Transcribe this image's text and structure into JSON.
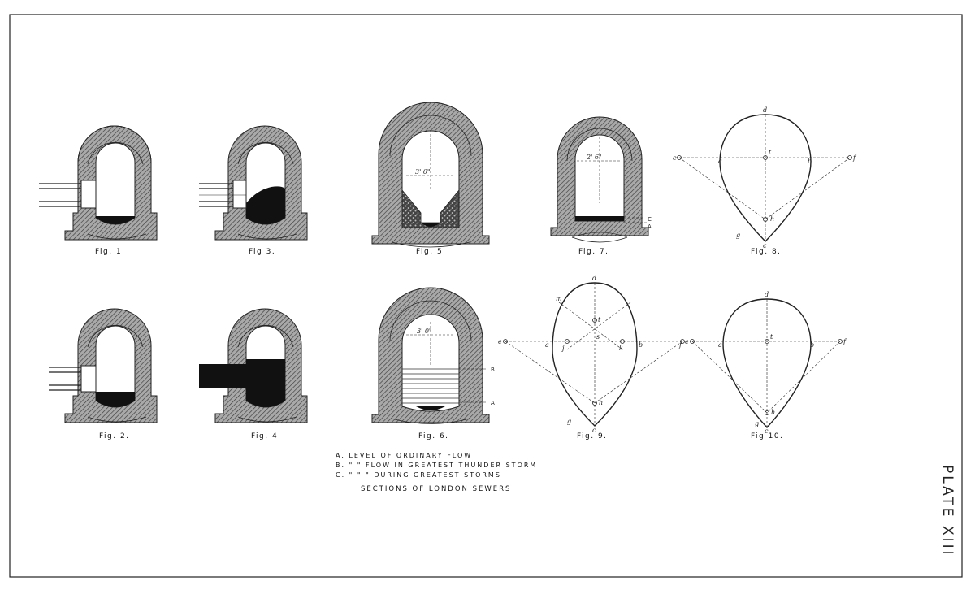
{
  "figures": {
    "fig1": "Fig. 1.",
    "fig2": "Fig. 2.",
    "fig3": "Fig 3.",
    "fig4": "Fig. 4.",
    "fig5": "Fig. 5.",
    "fig6": "Fig. 6.",
    "fig7": "Fig. 7.",
    "fig8": "Fig. 8.",
    "fig9": "Fig. 9.",
    "fig10": "Fig 10."
  },
  "dimensions": {
    "fig5_width": "3'  0\"",
    "fig6_width": "3'  0\"",
    "fig7_width": "2'  6\""
  },
  "levels": {
    "a": "A",
    "b": "B",
    "c": "C"
  },
  "points": {
    "fig8": [
      "d",
      "c",
      "t",
      "f",
      "e",
      "a",
      "b",
      "h",
      "g"
    ],
    "fig9": [
      "d",
      "c",
      "m",
      "t",
      "e",
      "a",
      "j",
      "s",
      "k",
      "b",
      "f",
      "h",
      "g"
    ],
    "fig10": [
      "d",
      "c",
      "t",
      "e",
      "a",
      "b",
      "f",
      "h",
      "g"
    ]
  },
  "legend": {
    "line_a": "A.  LEVEL OF ORDINARY FLOW",
    "line_b": "B.   \"    \"   FLOW IN GREATEST THUNDER STORM",
    "line_c": "C.   \"    \"    \"   DURING GREATEST STORMS",
    "title": "SECTIONS OF LONDON SEWERS"
  },
  "plate_title": "PLATE XIII",
  "colors": {
    "ink": "#1a1a1a",
    "hatch_bg": "#a9a9a9",
    "paper": "#ffffff"
  }
}
